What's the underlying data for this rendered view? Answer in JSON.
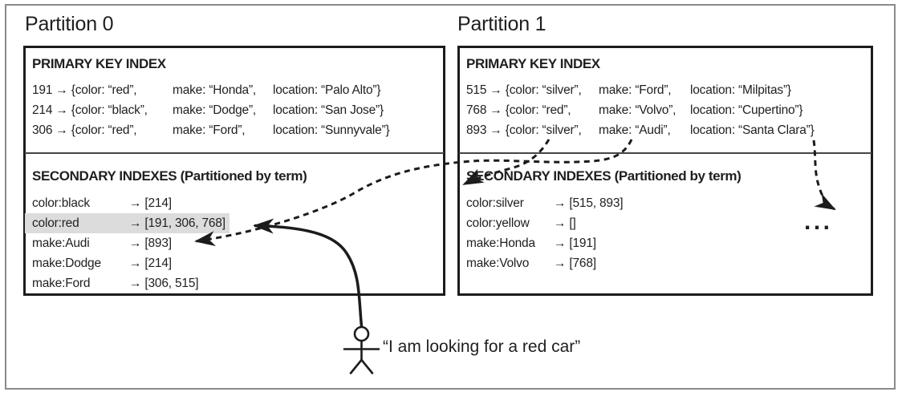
{
  "colors": {
    "ink": "#1f1f1f",
    "box_border": "#1c1c1c",
    "frame_border": "#8a8a8a",
    "section_divider": "#454545",
    "highlight_row": "#dcdcdc"
  },
  "partitions": [
    {
      "title": "Partition 0",
      "primary_heading": "PRIMARY KEY INDEX",
      "primary_rows": [
        {
          "c1": "191 → {color: “red”,",
          "c2": "make: “Honda”,",
          "c3": "location: “Palo Alto”}"
        },
        {
          "c1": "214 → {color: “black”,",
          "c2": "make: “Dodge”,",
          "c3": "location: “San Jose”}"
        },
        {
          "c1": "306 → {color: “red”,",
          "c2": "make: “Ford”,",
          "c3": "location: “Sunnyvale”}"
        }
      ],
      "secondary_heading": "SECONDARY INDEXES (Partitioned by term)",
      "secondary_rows": [
        {
          "term": "color:black",
          "value": "→ [214]",
          "highlight": false
        },
        {
          "term": "color:red",
          "value": "→ [191, 306, 768]",
          "highlight": true
        },
        {
          "term": "make:Audi",
          "value": "→ [893]",
          "highlight": false
        },
        {
          "term": "make:Dodge",
          "value": "→ [214]",
          "highlight": false
        },
        {
          "term": "make:Ford",
          "value": "→ [306, 515]",
          "highlight": false
        }
      ]
    },
    {
      "title": "Partition 1",
      "primary_heading": "PRIMARY KEY INDEX",
      "primary_rows": [
        {
          "c1": "515 → {color: “silver”,",
          "c2": "make: “Ford”,",
          "c3": "location: “Milpitas”}"
        },
        {
          "c1": "768 → {color: “red”,",
          "c2": "make: “Volvo”,",
          "c3": "location: “Cupertino”}"
        },
        {
          "c1": "893 → {color: “silver”,",
          "c2": "make: “Audi”,",
          "c3": "location: “Santa Clara”}"
        }
      ],
      "secondary_heading": "SECONDARY INDEXES (Partitioned by term)",
      "secondary_rows": [
        {
          "term": "color:silver",
          "value": "→ [515, 893]",
          "highlight": false
        },
        {
          "term": "color:yellow",
          "value": "→ []",
          "highlight": false
        },
        {
          "term": "make:Honda",
          "value": "→ [191]",
          "highlight": false
        },
        {
          "term": "make:Volvo",
          "value": "→ [768]",
          "highlight": false
        }
      ]
    }
  ],
  "annotations": {
    "query_quote": "“I am looking for a red car”",
    "ellipsis": "...",
    "arrows": [
      {
        "style": "solid",
        "from": "user query",
        "to": "partition 0 entry color:red"
      },
      {
        "style": "dashed",
        "from": "document 893 color: “silver”",
        "to": "partition 1 secondary indexes"
      },
      {
        "style": "dashed",
        "from": "document 893 make: “Audi”",
        "to": "partition 0 entry make:Audi"
      },
      {
        "style": "dashed",
        "from": "document 893 location: “Santa Clara”",
        "to": "another partition (…)"
      }
    ]
  }
}
